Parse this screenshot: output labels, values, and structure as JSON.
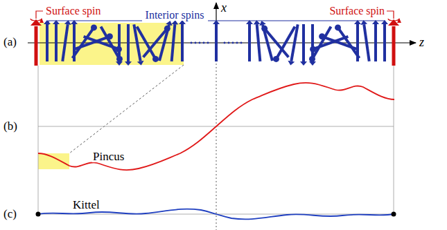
{
  "diagram": {
    "labels": [
      "Surface spin",
      "Interior spins",
      "x",
      "Surface spin",
      "(a)",
      "z",
      "(b)",
      "Pincus",
      "(c)",
      "Kittel"
    ]
  }
}
